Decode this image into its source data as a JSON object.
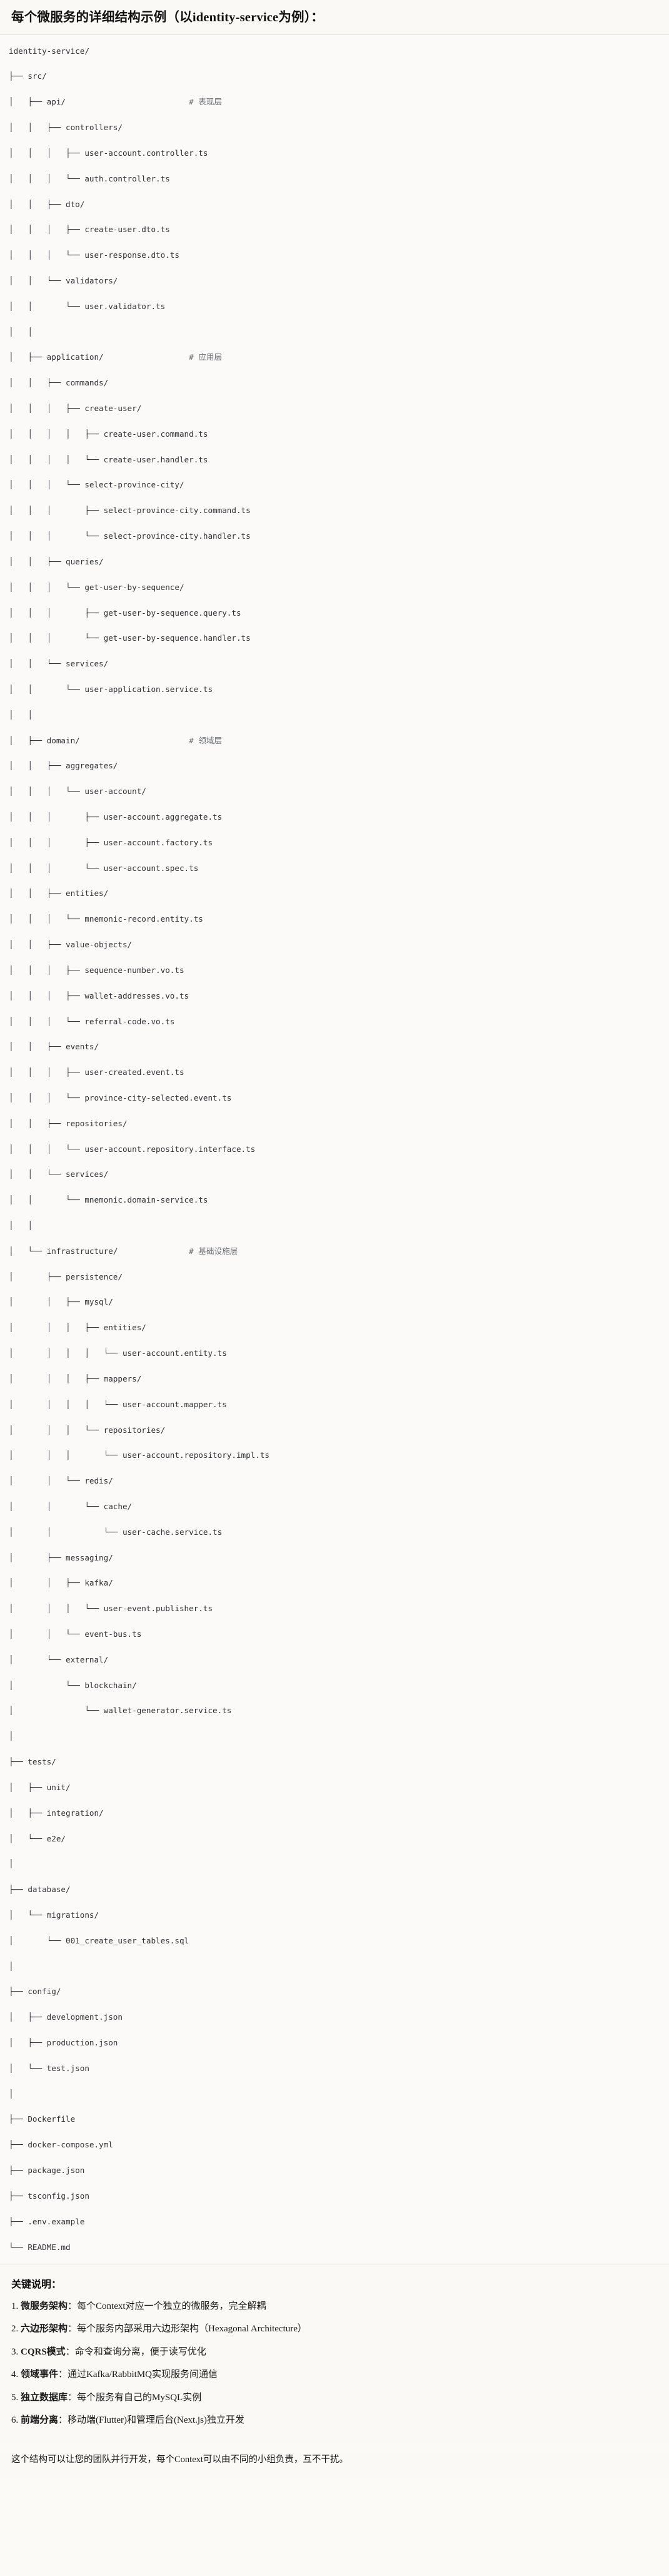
{
  "header": {
    "title_prefix": "每个微服务的详细结构示例",
    "title_paren_open": "（以",
    "title_latin": "identity-service",
    "title_paren_close": "为例）",
    "title_colon": "：",
    "title_full": "每个微服务的详细结构示例（以identity-service为例）："
  },
  "tree": {
    "root": "identity-service/",
    "lines": [
      "identity-service/",
      "├── src/",
      "│   ├── api/                          # 表现层",
      "│   │   ├── controllers/",
      "│   │   │   ├── user-account.controller.ts",
      "│   │   │   └── auth.controller.ts",
      "│   │   ├── dto/",
      "│   │   │   ├── create-user.dto.ts",
      "│   │   │   └── user-response.dto.ts",
      "│   │   └── validators/",
      "│   │       └── user.validator.ts",
      "│   │",
      "│   ├── application/                  # 应用层",
      "│   │   ├── commands/",
      "│   │   │   ├── create-user/",
      "│   │   │   │   ├── create-user.command.ts",
      "│   │   │   │   └── create-user.handler.ts",
      "│   │   │   └── select-province-city/",
      "│   │   │       ├── select-province-city.command.ts",
      "│   │   │       └── select-province-city.handler.ts",
      "│   │   ├── queries/",
      "│   │   │   └── get-user-by-sequence/",
      "│   │   │       ├── get-user-by-sequence.query.ts",
      "│   │   │       └── get-user-by-sequence.handler.ts",
      "│   │   └── services/",
      "│   │       └── user-application.service.ts",
      "│   │",
      "│   ├── domain/                       # 领域层",
      "│   │   ├── aggregates/",
      "│   │   │   └── user-account/",
      "│   │   │       ├── user-account.aggregate.ts",
      "│   │   │       ├── user-account.factory.ts",
      "│   │   │       └── user-account.spec.ts",
      "│   │   ├── entities/",
      "│   │   │   └── mnemonic-record.entity.ts",
      "│   │   ├── value-objects/",
      "│   │   │   ├── sequence-number.vo.ts",
      "│   │   │   ├── wallet-addresses.vo.ts",
      "│   │   │   └── referral-code.vo.ts",
      "│   │   ├── events/",
      "│   │   │   ├── user-created.event.ts",
      "│   │   │   └── province-city-selected.event.ts",
      "│   │   ├── repositories/",
      "│   │   │   └── user-account.repository.interface.ts",
      "│   │   └── services/",
      "│   │       └── mnemonic.domain-service.ts",
      "│   │",
      "│   └── infrastructure/               # 基础设施层",
      "│       ├── persistence/",
      "│       │   ├── mysql/",
      "│       │   │   ├── entities/",
      "│       │   │   │   └── user-account.entity.ts",
      "│       │   │   ├── mappers/",
      "│       │   │   │   └── user-account.mapper.ts",
      "│       │   │   └── repositories/",
      "│       │   │       └── user-account.repository.impl.ts",
      "│       │   └── redis/",
      "│       │       └── cache/",
      "│       │           └── user-cache.service.ts",
      "│       ├── messaging/",
      "│       │   ├── kafka/",
      "│       │   │   └── user-event.publisher.ts",
      "│       │   └── event-bus.ts",
      "│       └── external/",
      "│           └── blockchain/",
      "│               └── wallet-generator.service.ts",
      "│",
      "├── tests/",
      "│   ├── unit/",
      "│   ├── integration/",
      "│   └── e2e/",
      "│",
      "├── database/",
      "│   └── migrations/",
      "│       └── 001_create_user_tables.sql",
      "│",
      "├── config/",
      "│   ├── development.json",
      "│   ├── production.json",
      "│   └── test.json",
      "│",
      "├── Dockerfile",
      "├── docker-compose.yml",
      "├── package.json",
      "├── tsconfig.json",
      "├── .env.example",
      "└── README.md"
    ],
    "comments": [
      "# 表现层",
      "# 应用层",
      "# 领域层",
      "# 基础设施层"
    ]
  },
  "notes": {
    "title": "关键说明：",
    "items": [
      {
        "num": "1.",
        "term": "微服务架构",
        "sep": "：",
        "desc": "每个Context对应一个独立的微服务，完全解耦"
      },
      {
        "num": "2.",
        "term": "六边形架构",
        "sep": "：",
        "desc": "每个服务内部采用六边形架构（Hexagonal Architecture）"
      },
      {
        "num": "3.",
        "term": "CQRS模式",
        "sep": "：",
        "desc": "命令和查询分离，便于读写优化"
      },
      {
        "num": "4.",
        "term": "领域事件",
        "sep": "：",
        "desc": "通过Kafka/RabbitMQ实现服务间通信"
      },
      {
        "num": "5.",
        "term": "独立数据库",
        "sep": "：",
        "desc": "每个服务有自己的MySQL实例"
      },
      {
        "num": "6.",
        "term": "前端分离",
        "sep": "：",
        "desc": "移动端(Flutter)和管理后台(Next.js)独立开发"
      }
    ],
    "closing": "这个结构可以让您的团队并行开发，每个Context可以由不同的小组负责，互不干扰。"
  },
  "colors": {
    "page_bg": "#fbfaf7",
    "panel_bg": "#faf9f5",
    "text": "#1a1a1a",
    "code_text": "#2f3136",
    "comment_text": "#6b6f76",
    "divider": "#e7e4dd"
  }
}
